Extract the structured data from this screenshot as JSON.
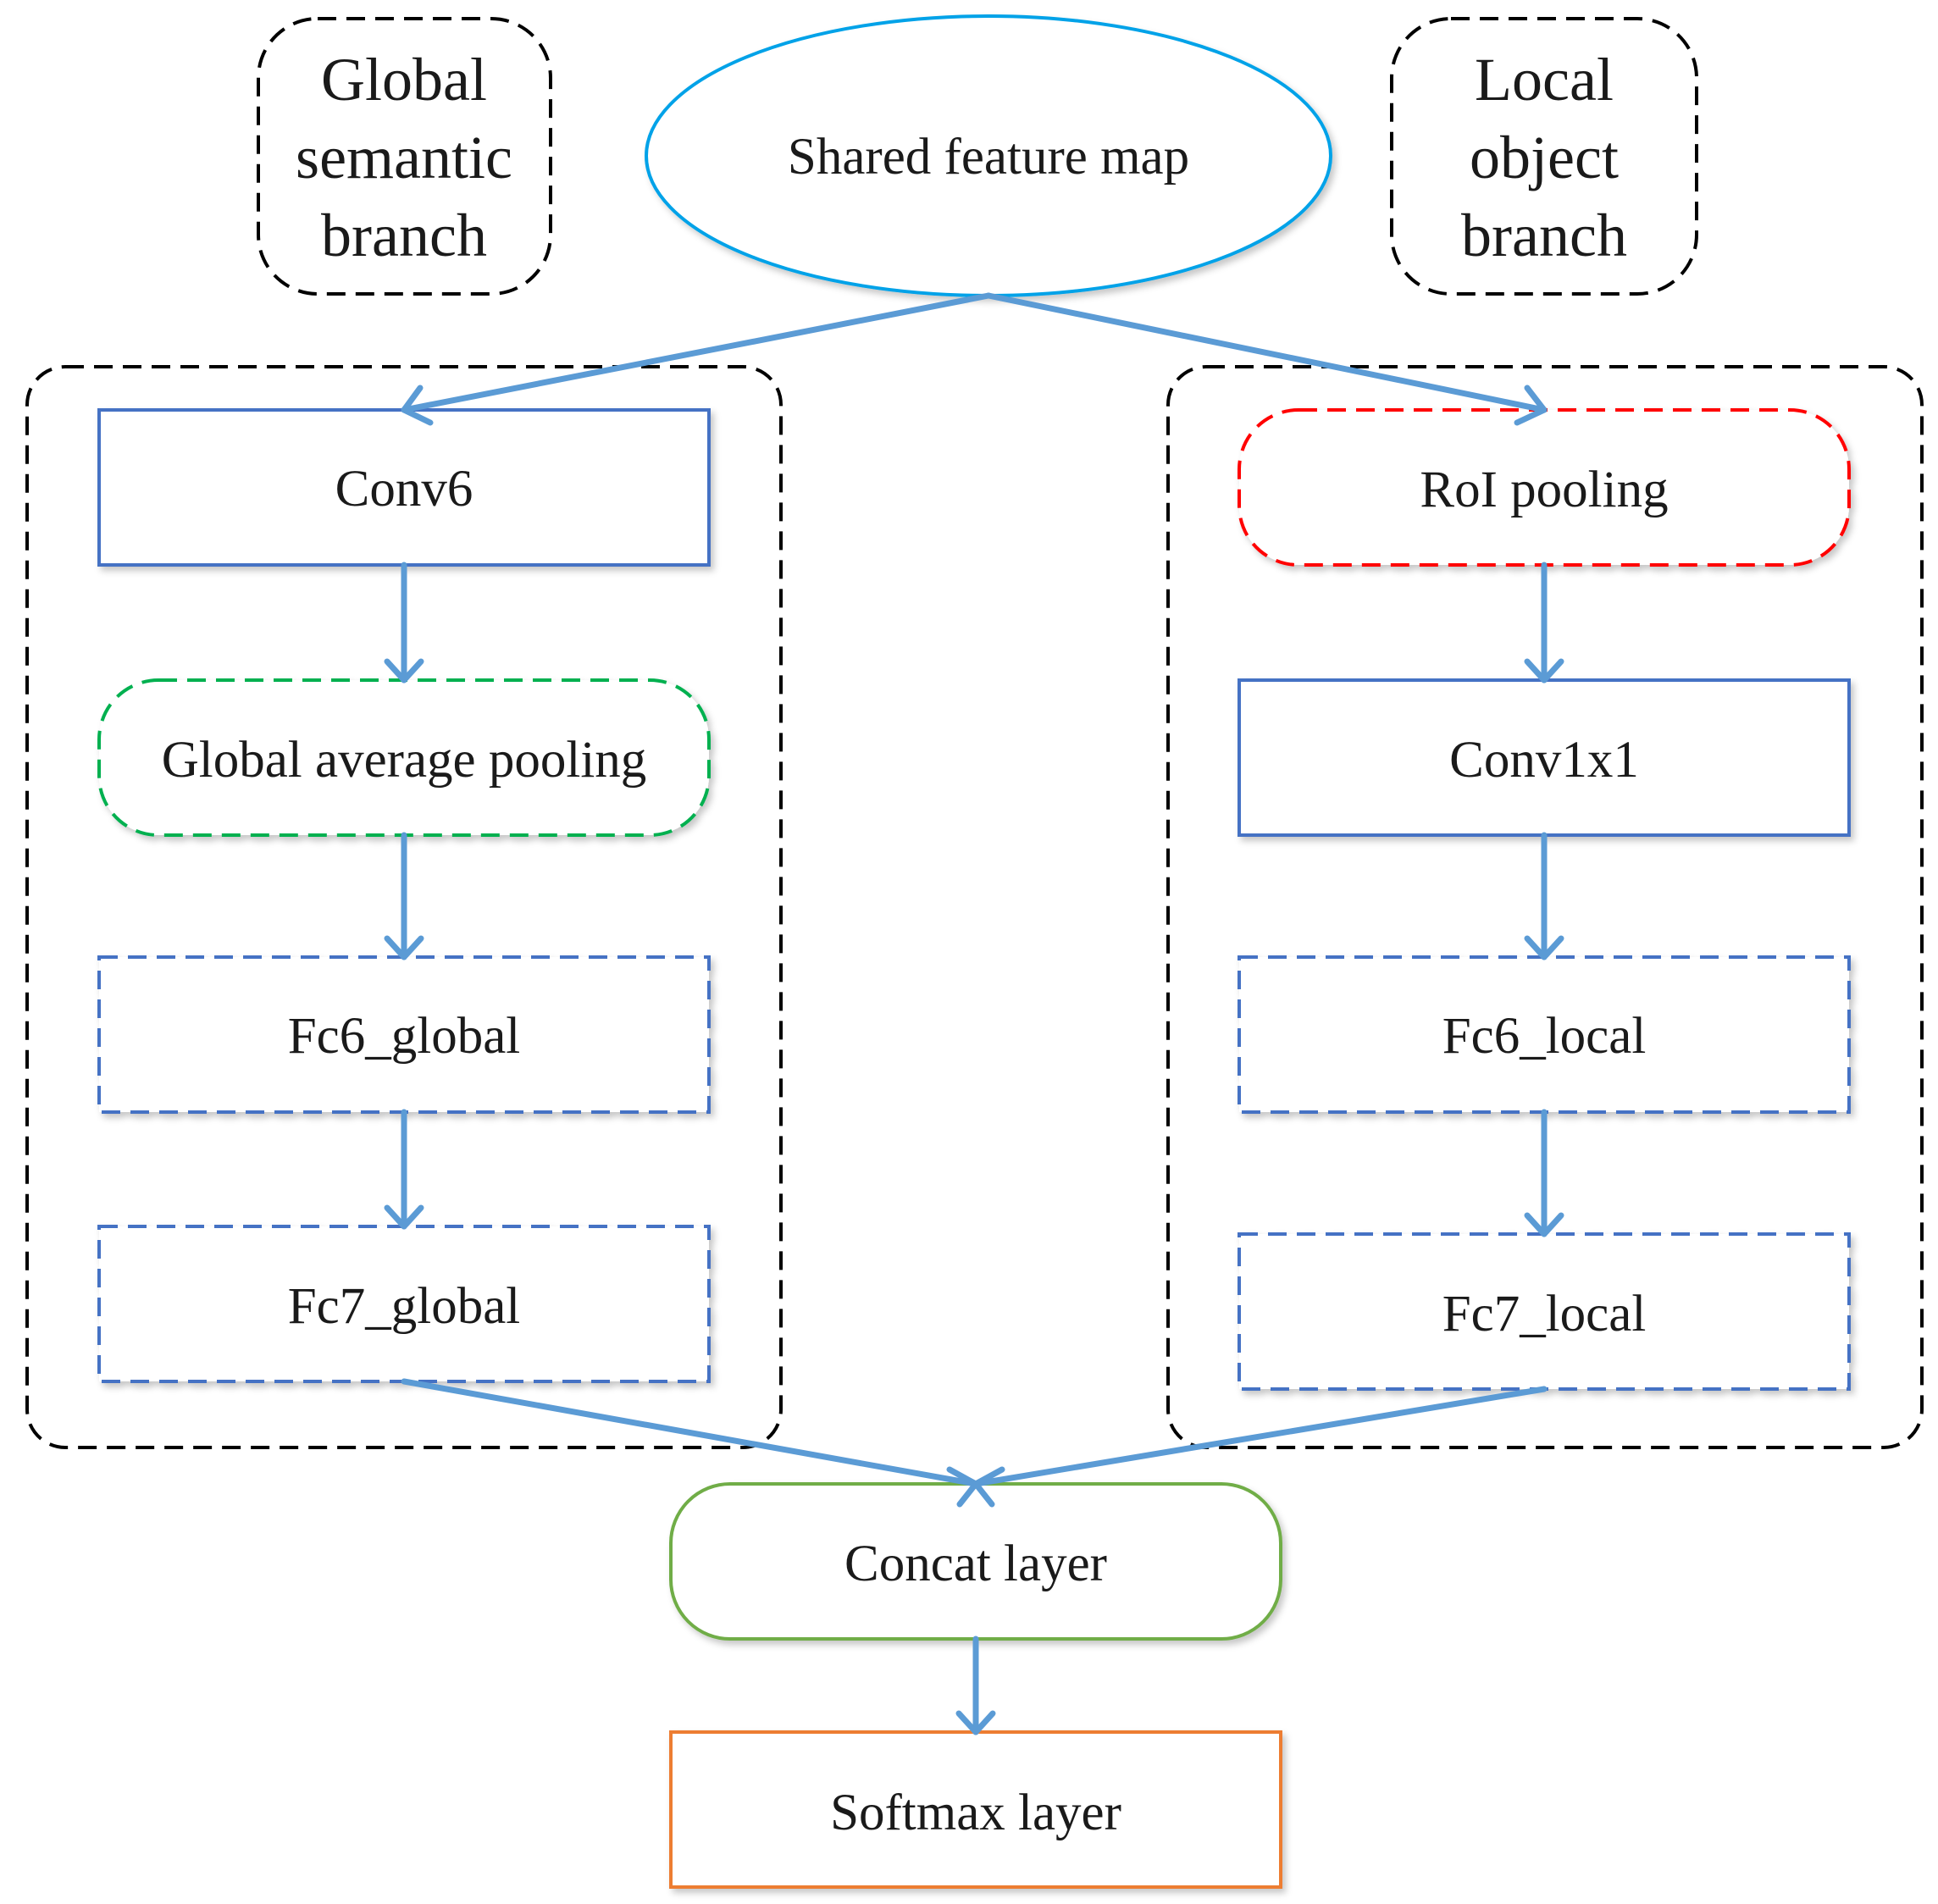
{
  "headers": {
    "global_branch": [
      "Global",
      "semantic",
      "branch"
    ],
    "local_branch": [
      "Local",
      "object",
      "branch"
    ]
  },
  "nodes": {
    "shared_feature_map": "Shared feature map",
    "conv6": "Conv6",
    "global_average_pooling": "Global average pooling",
    "fc6_global": "Fc6_global",
    "fc7_global": "Fc7_global",
    "roi_pooling": "RoI pooling",
    "conv1x1": "Conv1x1",
    "fc6_local": "Fc6_local",
    "fc7_local": "Fc7_local",
    "concat_layer": "Concat layer",
    "softmax_layer": "Softmax layer"
  },
  "colors": {
    "arrow": "#5B9BD5",
    "ellipse": "#00A2E8",
    "blue_box": "#4472C4",
    "red_box": "#FF0000",
    "green_dashed_box": "#00B050",
    "concat_box": "#70AD47",
    "softmax_box": "#ED7D31",
    "branch_frame": "#000000"
  }
}
